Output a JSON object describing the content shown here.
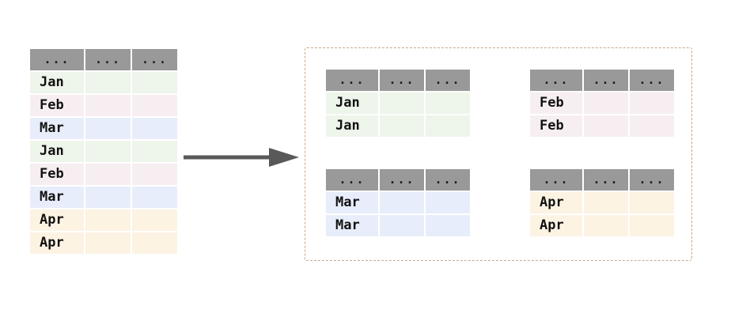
{
  "diagram": {
    "title": "",
    "colors": {
      "header_gray": "#999999",
      "jan_tint": "#eef5eb",
      "feb_tint": "#f6eef0",
      "mar_tint": "#e7edfa",
      "apr_tint": "#fcf3e3",
      "arrow": "#595959",
      "group_border": "#c8a888"
    }
  },
  "source_table": {
    "name": "source-table",
    "headers": [
      "...",
      "...",
      "..."
    ],
    "rows": [
      {
        "label": "Jan",
        "tint": "jan"
      },
      {
        "label": "Feb",
        "tint": "feb"
      },
      {
        "label": "Mar",
        "tint": "mar"
      },
      {
        "label": "Jan",
        "tint": "jan"
      },
      {
        "label": "Feb",
        "tint": "feb"
      },
      {
        "label": "Mar",
        "tint": "mar"
      },
      {
        "label": "Apr",
        "tint": "apr"
      },
      {
        "label": "Apr",
        "tint": "apr"
      }
    ]
  },
  "arrow": {
    "name": "flow-arrow",
    "direction": "right"
  },
  "groups": [
    {
      "key": "jan",
      "name": "split-table-jan",
      "headers": [
        "...",
        "...",
        "..."
      ],
      "rows": [
        {
          "label": "Jan",
          "tint": "jan"
        },
        {
          "label": "Jan",
          "tint": "jan"
        }
      ]
    },
    {
      "key": "feb",
      "name": "split-table-feb",
      "headers": [
        "...",
        "...",
        "..."
      ],
      "rows": [
        {
          "label": "Feb",
          "tint": "feb"
        },
        {
          "label": "Feb",
          "tint": "feb"
        }
      ]
    },
    {
      "key": "mar",
      "name": "split-table-mar",
      "headers": [
        "...",
        "...",
        "..."
      ],
      "rows": [
        {
          "label": "Mar",
          "tint": "mar"
        },
        {
          "label": "Mar",
          "tint": "mar"
        }
      ]
    },
    {
      "key": "apr",
      "name": "split-table-apr",
      "headers": [
        "...",
        "...",
        "..."
      ],
      "rows": [
        {
          "label": "Apr",
          "tint": "apr"
        },
        {
          "label": "Apr",
          "tint": "apr"
        }
      ]
    }
  ]
}
